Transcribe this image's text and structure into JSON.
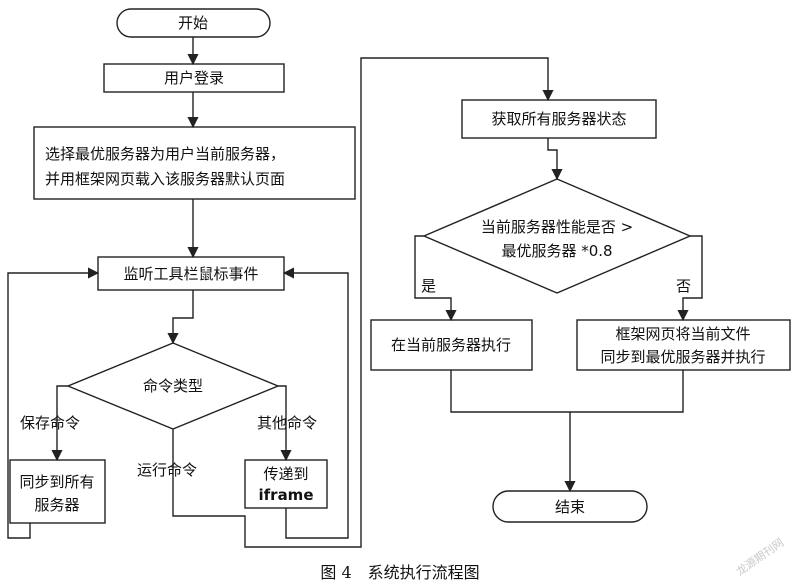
{
  "nodes": {
    "start": "开始",
    "login": "用户登录",
    "select_line1": "选择最优服务器为用户当前服务器，",
    "select_line2": "并用框架网页载入该服务器默认页面",
    "listen": "监听工具栏鼠标事件",
    "cmd_type": "命令类型",
    "sync_all_line1": "同步到所有",
    "sync_all_line2": "服务器",
    "pass_line1": "传递到",
    "pass_line2": "iframe",
    "get_status": "获取所有服务器状态",
    "decision_line1": "当前服务器性能是否 >",
    "decision_line2": "最优服务器 *0.8",
    "exec_current": "在当前服务器执行",
    "sync_best_line1": "框架网页将当前文件",
    "sync_best_line2": "同步到最优服务器并执行",
    "end": "结束"
  },
  "edge_labels": {
    "save_cmd": "保存命令",
    "other_cmd": "其他命令",
    "run_cmd": "运行命令",
    "yes": "是",
    "no": "否"
  },
  "caption": "图 4　系统执行流程图",
  "watermark": "龙源期刊网"
}
